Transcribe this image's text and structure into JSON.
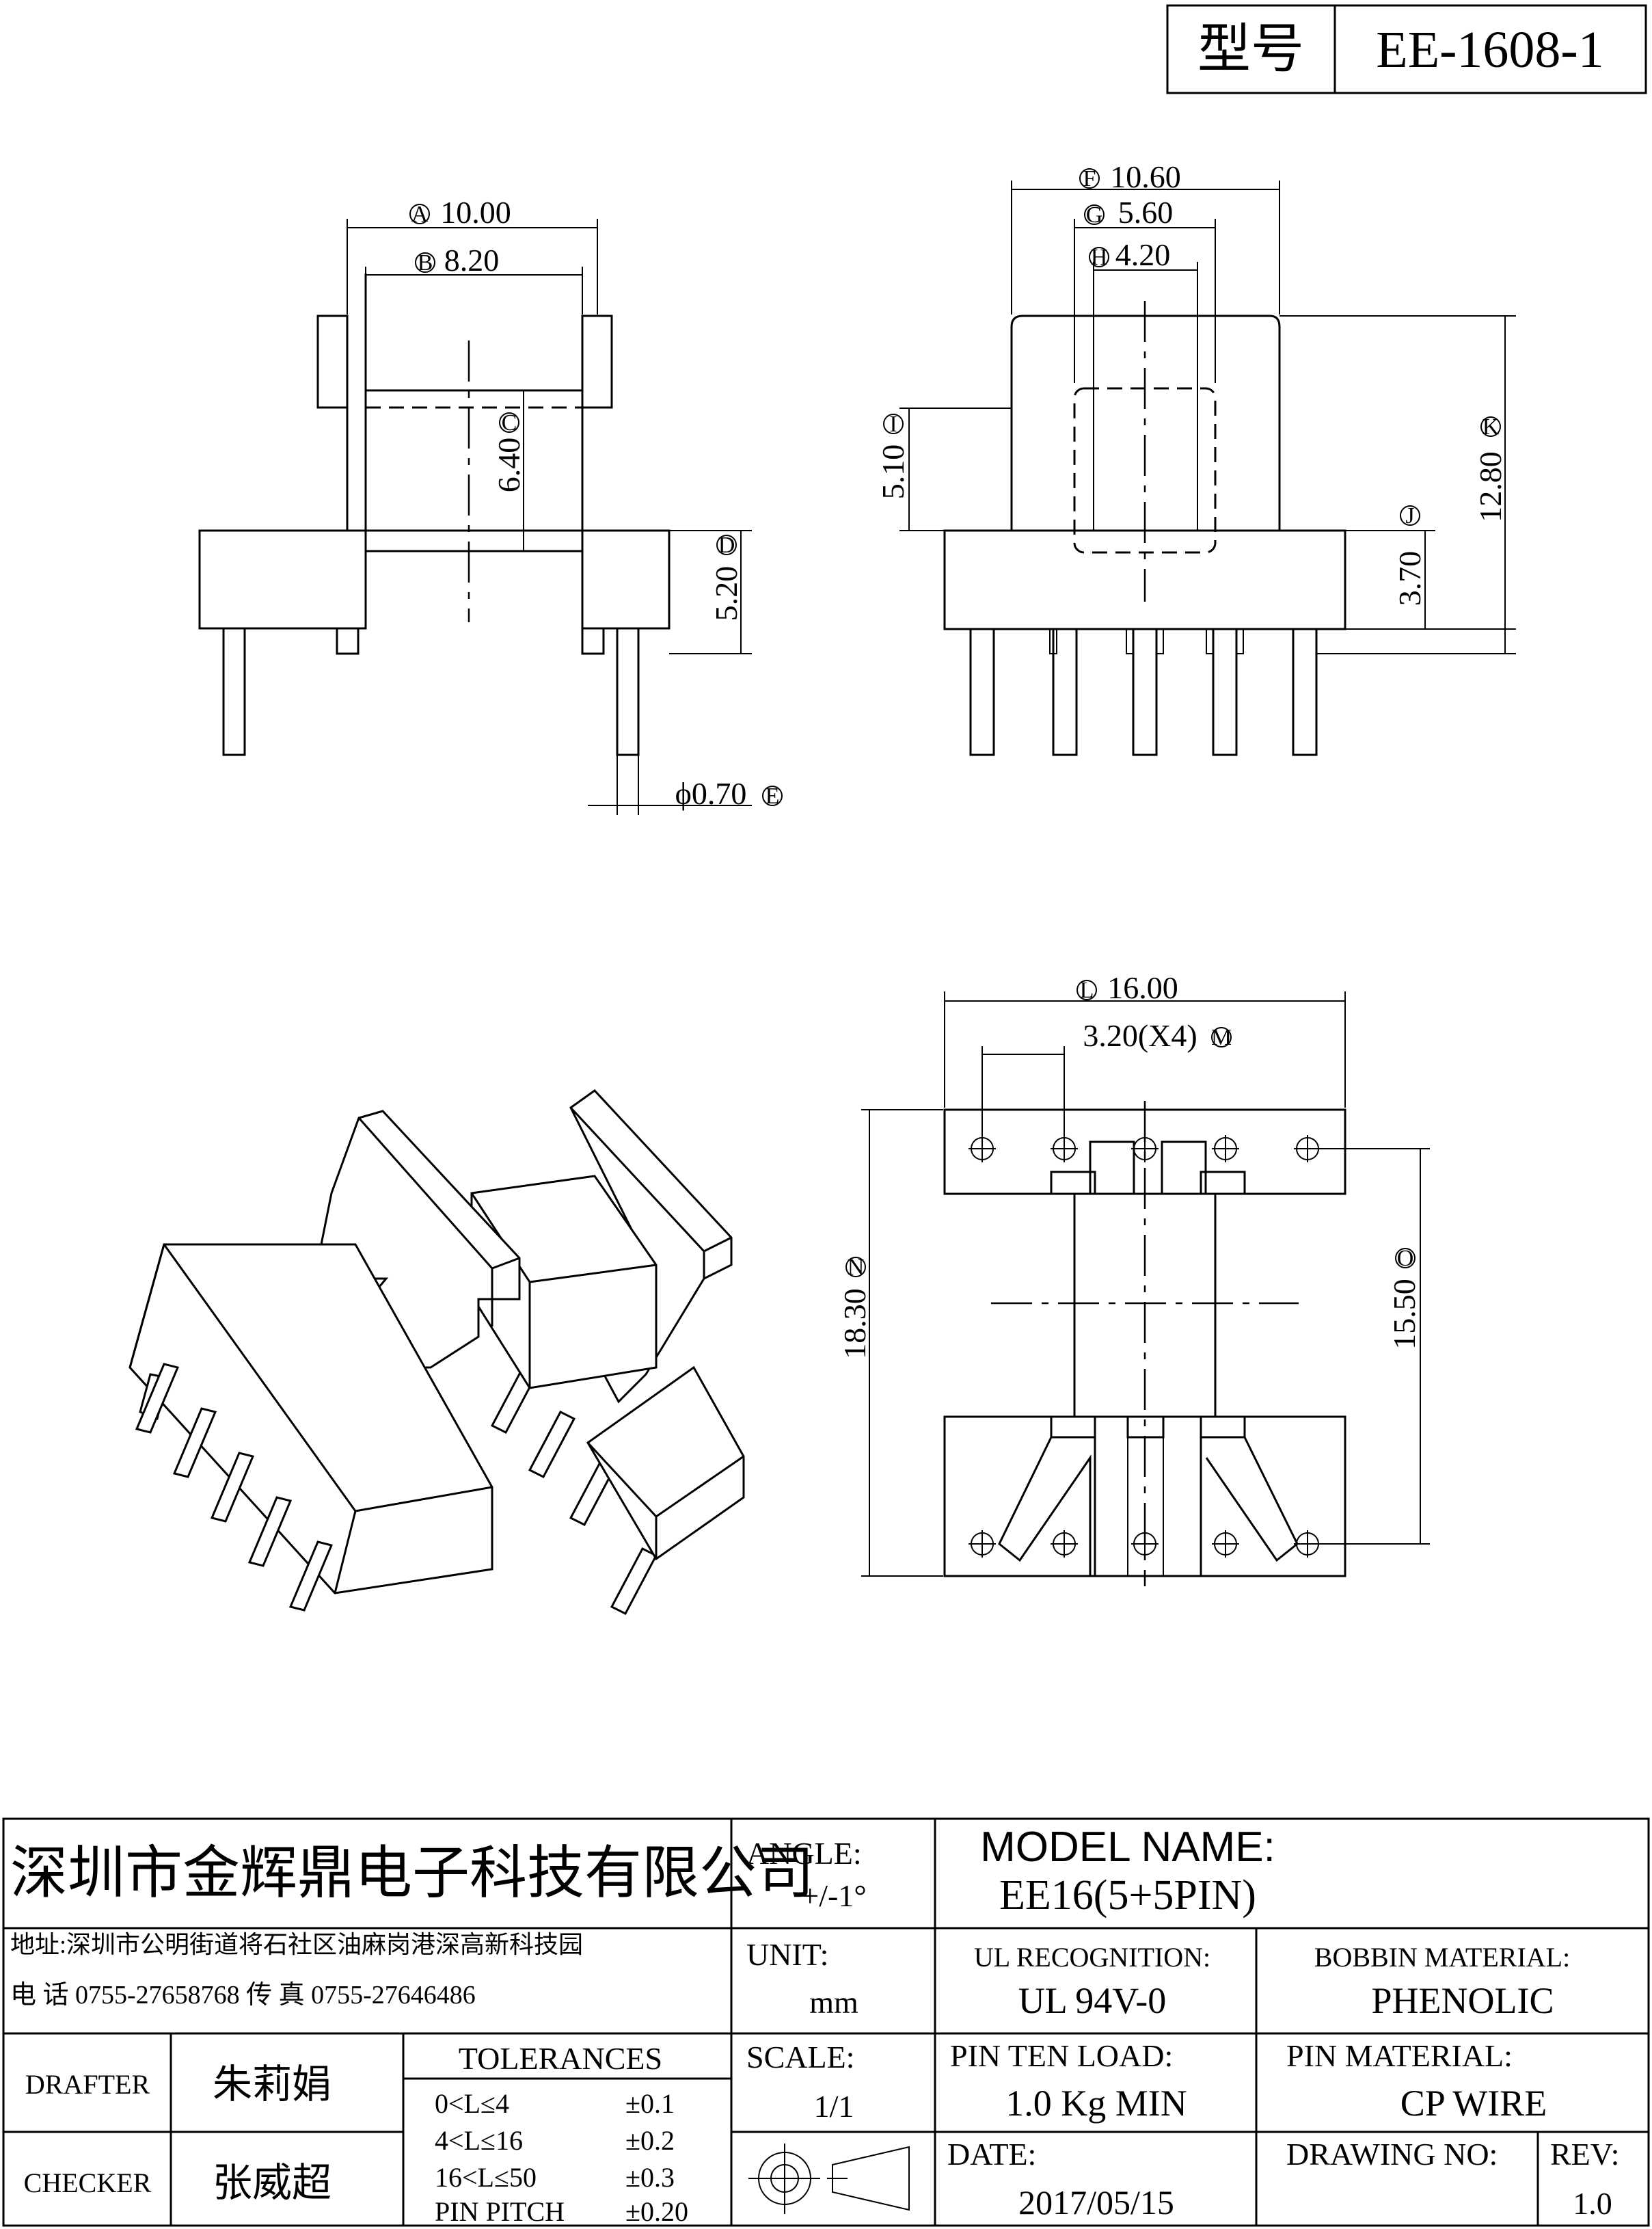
{
  "header": {
    "model_label": "型号",
    "model_value": "EE-1608-1"
  },
  "dimensions": {
    "A": {
      "letter": "A",
      "value": "10.00"
    },
    "B": {
      "letter": "B",
      "value": "8.20"
    },
    "C": {
      "letter": "C",
      "value": "6.40"
    },
    "D": {
      "letter": "D",
      "value": "5.20"
    },
    "E": {
      "letter": "E",
      "value": "ϕ0.70"
    },
    "F": {
      "letter": "F",
      "value": "10.60"
    },
    "G": {
      "letter": "G",
      "value": "5.60"
    },
    "H": {
      "letter": "H",
      "value": "4.20"
    },
    "I": {
      "letter": "I",
      "value": "5.10"
    },
    "J": {
      "letter": "J",
      "value": "3.70"
    },
    "K": {
      "letter": "K",
      "value": "12.80"
    },
    "L": {
      "letter": "L",
      "value": "16.00"
    },
    "M": {
      "letter": "M",
      "value": "3.20(X4)"
    },
    "N": {
      "letter": "N",
      "value": "18.30"
    },
    "O": {
      "letter": "O",
      "value": "15.50"
    }
  },
  "title_block": {
    "company": "深圳市金辉鼎电子科技有限公司",
    "address": "地址:深圳市公明街道将石社区油麻岗港深高新科技园",
    "phone": "电 话  0755-27658768   传 真  0755-27646486",
    "angle_label": "ANGLE:",
    "angle_value": "+/-1°",
    "unit_label": "UNIT:",
    "unit_value": "mm",
    "scale_label": "SCALE:",
    "scale_value": "1/1",
    "model_name_label": "MODEL NAME:",
    "model_name_value": "EE16(5+5PIN)",
    "ul_label": "UL RECOGNITION:",
    "ul_value": "UL 94V-0",
    "bobbin_label": "BOBBIN MATERIAL:",
    "bobbin_value": "PHENOLIC",
    "pin_load_label": "PIN TEN LOAD:",
    "pin_load_value": "1.0 Kg MIN",
    "pin_material_label": "PIN MATERIAL:",
    "pin_material_value": "CP WIRE",
    "date_label": "DATE:",
    "date_value": "2017/05/15",
    "drawing_no_label": "DRAWING NO:",
    "drawing_no_value": "",
    "rev_label": "REV:",
    "rev_value": "1.0",
    "drafter_label": "DRAFTER",
    "drafter_name": "朱莉娟",
    "checker_label": "CHECKER",
    "checker_name": "张威超",
    "tolerances_label": "TOLERANCES",
    "tolerances": [
      {
        "range": "0<L≤4",
        "value": "±0.1"
      },
      {
        "range": "4<L≤16",
        "value": "±0.2"
      },
      {
        "range": "16<L≤50",
        "value": "±0.3"
      },
      {
        "range": "PIN PITCH",
        "value": "±0.20"
      }
    ]
  }
}
